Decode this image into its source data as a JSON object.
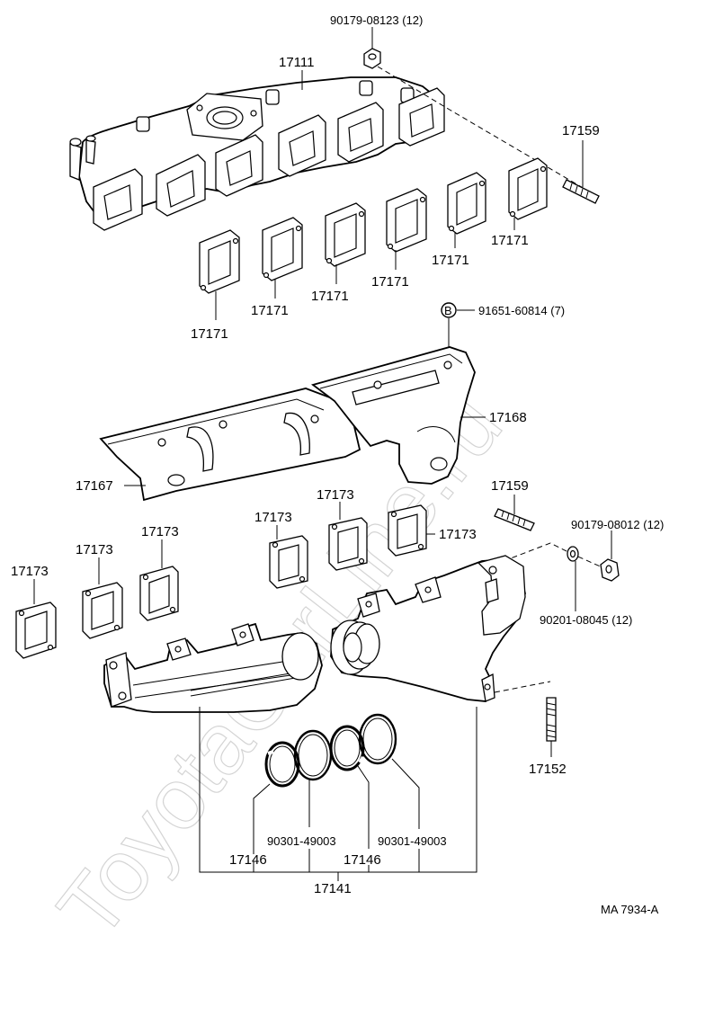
{
  "watermark": "ToyotaCarLine.ru",
  "reference": "MA  7934-A",
  "labels": {
    "nut_top": "90179-08123 (12)",
    "intake_manifold": "17111",
    "stud_upper": "17159",
    "gasket_171_a": "17171",
    "gasket_171_b": "17171",
    "gasket_171_c": "17171",
    "gasket_171_d": "17171",
    "gasket_171_e": "17171",
    "gasket_171_f": "17171",
    "bolt_b": "91651-60814 (7)",
    "bolt_b_marker": "B",
    "heat_insulator_right": "17168",
    "heat_insulator_left": "17167",
    "stud_middle": "17159",
    "nut_right": "90179-08012 (12)",
    "washer_right": "90201-08045 (12)",
    "gasket_173_a": "17173",
    "gasket_173_b": "17173",
    "gasket_173_c": "17173",
    "gasket_173_d": "17173",
    "gasket_173_e": "17173",
    "gasket_173_f": "17173",
    "stud_lower": "17152",
    "ring_a": "90301-49003",
    "ring_b": "90301-49003",
    "seal_ring_a": "17146",
    "seal_ring_b": "17146",
    "exhaust_manifold": "17141"
  }
}
